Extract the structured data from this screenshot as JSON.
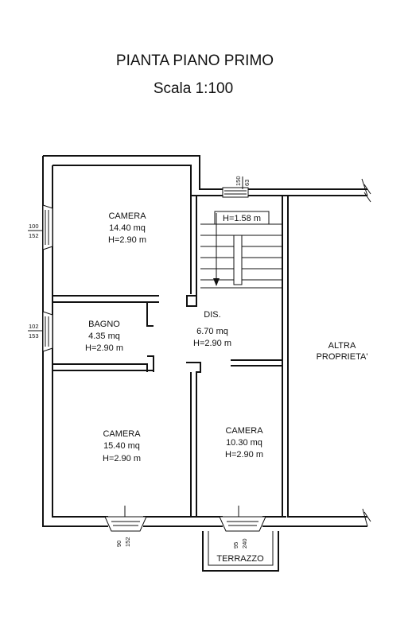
{
  "title": "PIANTA PIANO PRIMO",
  "scale": "Scala 1:100",
  "rooms": {
    "camera_top": {
      "name": "CAMERA",
      "area": "14.40 mq",
      "height": "H=2.90 m"
    },
    "bagno": {
      "name": "BAGNO",
      "area": "4.35 mq",
      "height": "H=2.90 m"
    },
    "dis": {
      "name": "DIS.",
      "area": "6.70 mq",
      "height": "H=2.90 m"
    },
    "camera_bl": {
      "name": "CAMERA",
      "area": "15.40 mq",
      "height": "H=2.90 m"
    },
    "camera_br": {
      "name": "CAMERA",
      "area": "10.30 mq",
      "height": "H=2.90 m"
    },
    "altra": {
      "line1": "ALTRA",
      "line2": "PROPRIETA'"
    },
    "terrazzo": {
      "name": "TERRAZZO"
    }
  },
  "stair_height": "H=1.58 m",
  "windows": {
    "w1": {
      "a": "100",
      "b": "152"
    },
    "w2": {
      "a": "102",
      "b": "153"
    },
    "w3": {
      "a": "150",
      "b": "63"
    },
    "w4": {
      "a": "90",
      "b": "152"
    },
    "w5": {
      "a": "95",
      "b": "240"
    }
  }
}
